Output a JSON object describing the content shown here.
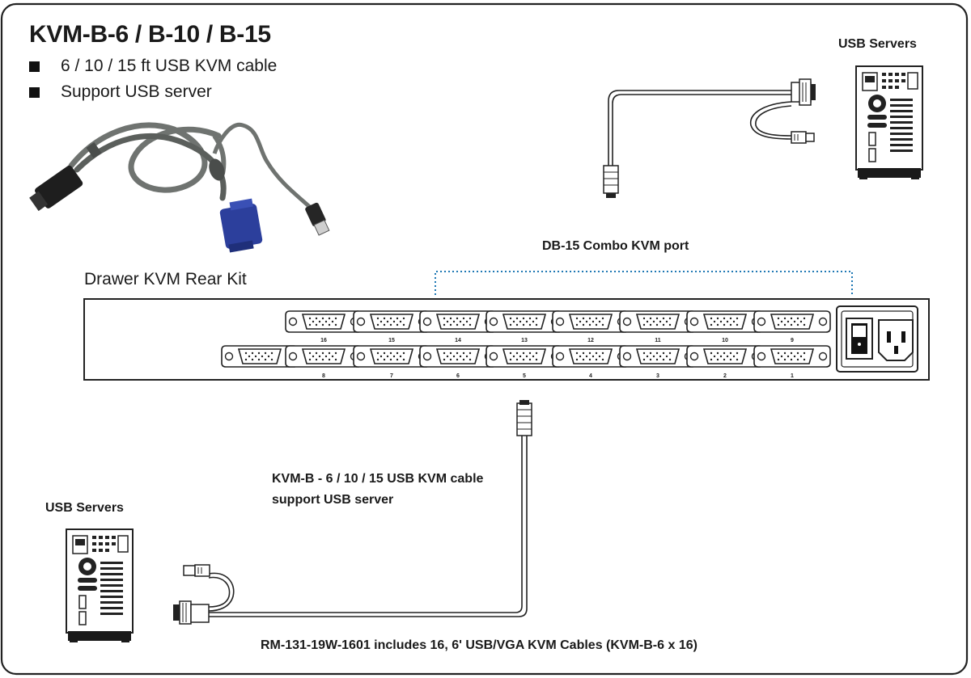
{
  "header": {
    "title": "KVM-B-6 / B-10 / B-15",
    "bullets": [
      "6 / 10 / 15 ft USB KVM cable",
      "Support USB server"
    ]
  },
  "labels": {
    "usb_servers_top": "USB Servers",
    "usb_servers_bottom": "USB Servers",
    "db15_port": "DB-15 Combo KVM port",
    "rear_kit": "Drawer KVM Rear Kit",
    "cable_line1": "KVM-B - 6 / 10 / 15 USB KVM cable",
    "cable_line2": "support USB server",
    "footer": "RM-131-19W-1601 includes 16, 6' USB/VGA KVM Cables (KVM-B-6 x 16)"
  },
  "rear_panel": {
    "top_row_ports": [
      "16",
      "15",
      "14",
      "13",
      "12",
      "11",
      "10",
      "9"
    ],
    "bottom_row_ports": [
      "8",
      "7",
      "6",
      "5",
      "4",
      "3",
      "2",
      "1"
    ]
  },
  "colors": {
    "frame": "#222222",
    "cable_photo": "#6f7370",
    "vga_blue": "#2c3f9c",
    "dotted_bracket": "#1f78b4"
  }
}
